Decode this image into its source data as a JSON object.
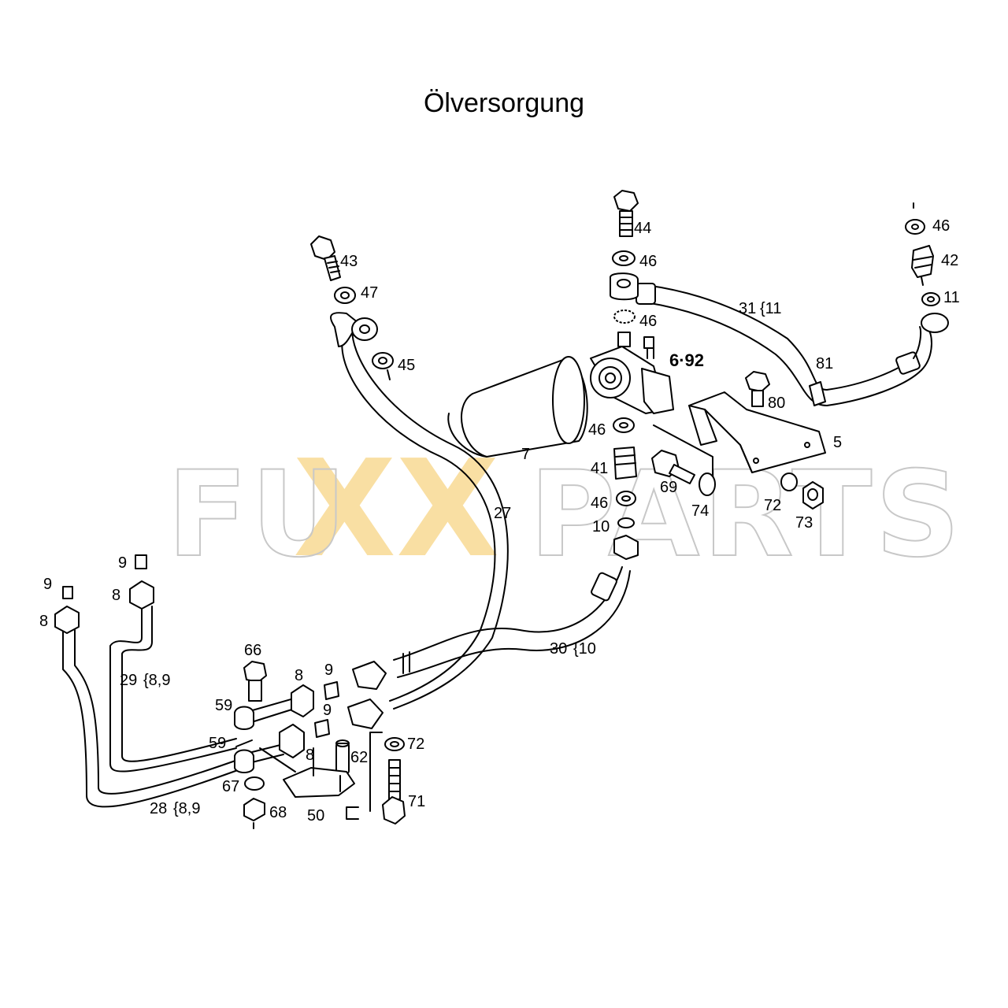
{
  "title": "Ölversorgung",
  "watermark": {
    "left": "FU",
    "xx": "XX",
    "right": "PARTS",
    "outline_color": "#c8c8c8",
    "accent_color": "#f8d585"
  },
  "labels": {
    "l43": "43",
    "l47": "47",
    "l45": "45",
    "l44": "44",
    "l46a": "46",
    "l46b": "46",
    "l31": "31",
    "l31ref": "{11",
    "l46c": "46",
    "l42": "42",
    "l11": "11",
    "l81": "81",
    "l692": "6·92",
    "l80": "80",
    "l5": "5",
    "l7": "7",
    "l27": "27",
    "l46d": "46",
    "l41": "41",
    "l46e": "46",
    "l10": "10",
    "l69": "69",
    "l74": "74",
    "l72a": "72",
    "l73": "73",
    "l9a": "9",
    "l8a": "8",
    "l9b": "9",
    "l8b": "8",
    "l29": "29",
    "l29ref": "{8,9",
    "l66": "66",
    "l8c": "8",
    "l9c": "9",
    "l59a": "59",
    "l9d": "9",
    "l59b": "59",
    "l8d": "8",
    "l62": "62",
    "l72b": "72",
    "l67": "67",
    "l68": "68",
    "l50": "50",
    "l71": "71",
    "l28": "28",
    "l28ref": "{8,9",
    "l30": "30",
    "l30ref": "{10"
  }
}
